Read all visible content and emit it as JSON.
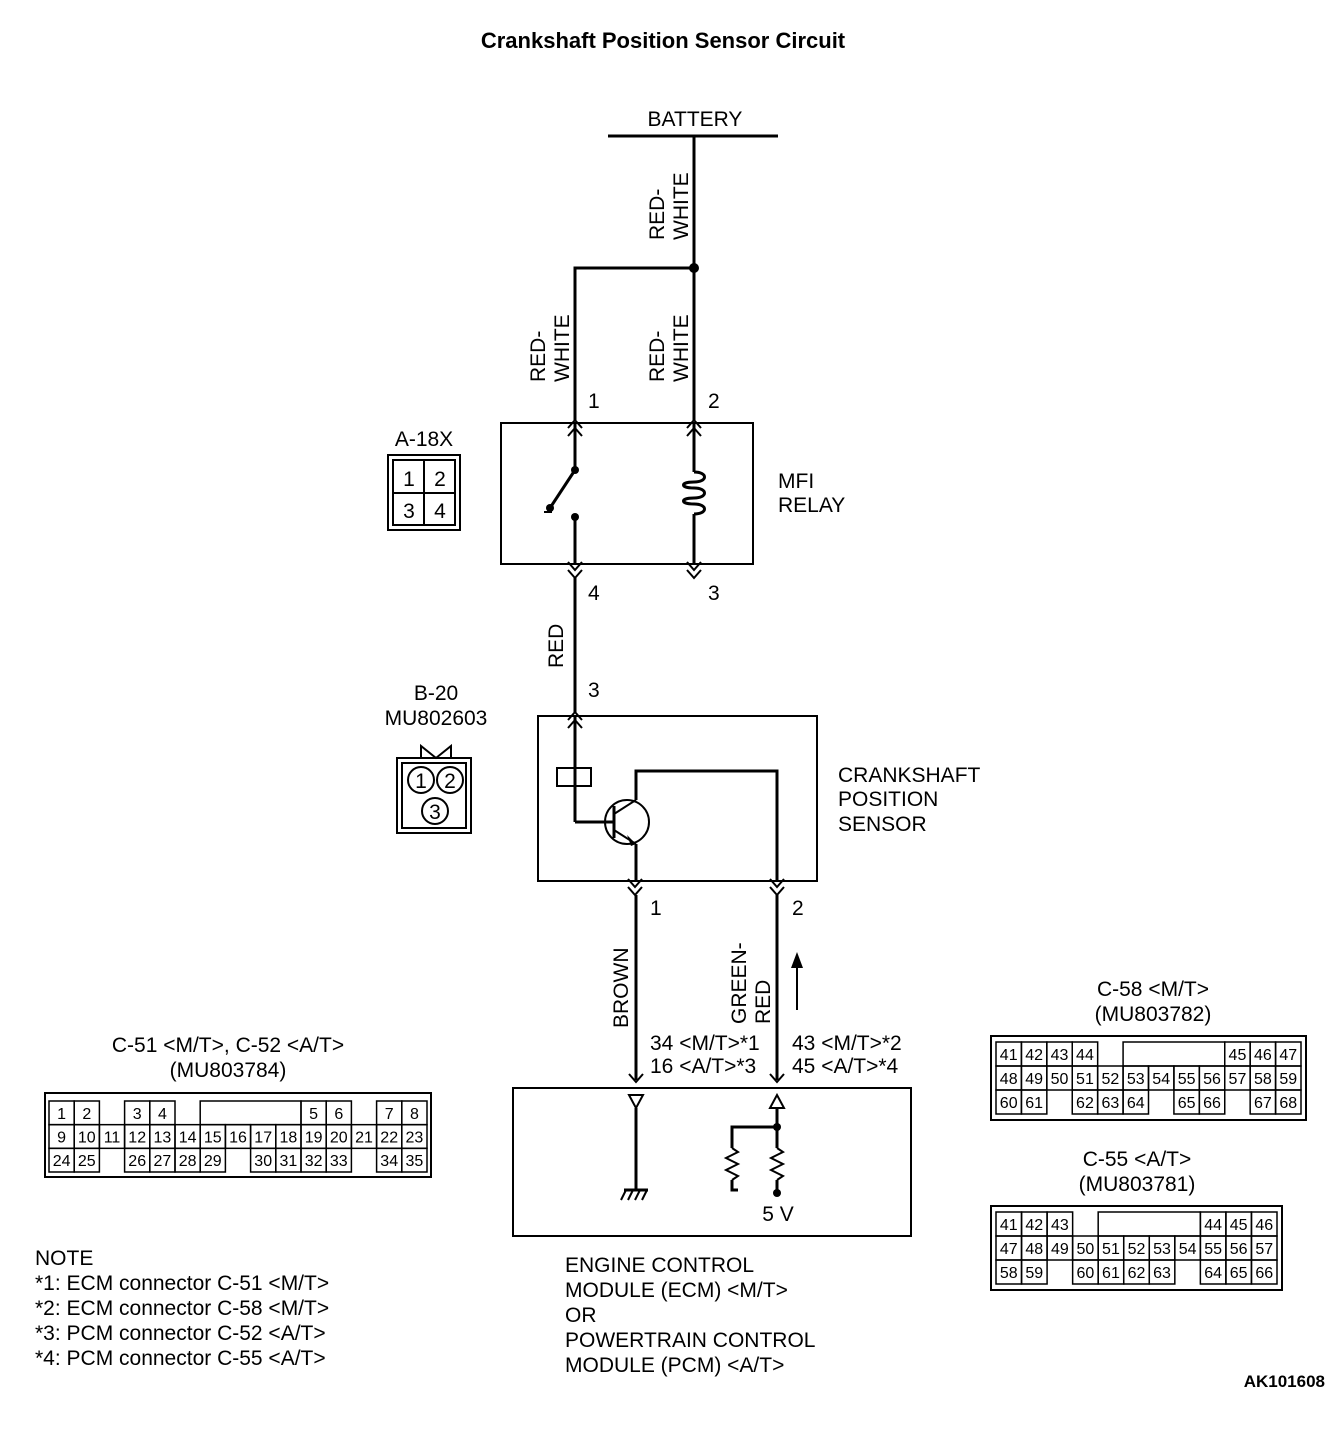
{
  "title": "Crankshaft Position Sensor Circuit",
  "battery": "BATTERY",
  "wires": {
    "battery_feed": [
      "RED-",
      "WHITE"
    ],
    "relay_pin1": [
      "RED-",
      "WHITE"
    ],
    "relay_pin2": [
      "RED-",
      "WHITE"
    ],
    "relay_to_sensor": "RED",
    "sensor_ground": "BROWN",
    "sensor_signal": [
      "GREEN-",
      "RED"
    ]
  },
  "relay": {
    "connector": "A-18X",
    "name_lines": [
      "MFI",
      "RELAY"
    ],
    "pin_labels": [
      "1",
      "2",
      "4",
      "3"
    ],
    "connector_pins": [
      "1",
      "2",
      "3",
      "4"
    ]
  },
  "sensor": {
    "connector": "B-20",
    "part_number": "MU802603",
    "name_lines": [
      "CRANKSHAFT",
      "POSITION",
      "SENSOR"
    ],
    "pin_supply": "3",
    "pin_ground": "1",
    "pin_signal": "2",
    "connector_pins": [
      "1",
      "2",
      "3"
    ]
  },
  "ecm": {
    "ground_pins": [
      "34 <M/T>*1",
      "16 <A/T>*3"
    ],
    "signal_pins": [
      "43 <M/T>*2",
      "45 <A/T>*4"
    ],
    "voltage": "5 V",
    "name_lines": [
      "ENGINE CONTROL",
      "MODULE (ECM) <M/T>",
      "OR",
      "POWERTRAIN CONTROL",
      "MODULE (PCM) <A/T>"
    ]
  },
  "connectors": {
    "c51": {
      "title": "C-51 <M/T>, C-52 <A/T>",
      "part": "(MU803784)",
      "rows": [
        [
          "1",
          "2",
          "",
          "3",
          "4",
          "",
          "",
          "",
          "",
          "",
          "5",
          "6",
          "",
          "7",
          "8"
        ],
        [
          "9",
          "10",
          "11",
          "12",
          "13",
          "14",
          "15",
          "16",
          "17",
          "18",
          "19",
          "20",
          "21",
          "22",
          "23"
        ],
        [
          "24",
          "25",
          "",
          "26",
          "27",
          "28",
          "29",
          "",
          "30",
          "31",
          "32",
          "33",
          "",
          "34",
          "35"
        ]
      ]
    },
    "c58": {
      "title": "C-58 <M/T>",
      "part": "(MU803782)",
      "rows": [
        [
          "41",
          "42",
          "43",
          "44",
          "",
          "",
          "",
          "",
          "",
          "45",
          "46",
          "47"
        ],
        [
          "48",
          "49",
          "50",
          "51",
          "52",
          "53",
          "54",
          "55",
          "56",
          "57",
          "58",
          "59"
        ],
        [
          "60",
          "61",
          "",
          "62",
          "63",
          "64",
          "",
          "65",
          "66",
          "",
          "67",
          "68"
        ]
      ]
    },
    "c55": {
      "title": "C-55 <A/T>",
      "part": "(MU803781)",
      "rows": [
        [
          "41",
          "42",
          "43",
          "",
          "",
          "",
          "",
          "",
          "44",
          "45",
          "46"
        ],
        [
          "47",
          "48",
          "49",
          "50",
          "51",
          "52",
          "53",
          "54",
          "55",
          "56",
          "57"
        ],
        [
          "58",
          "59",
          "",
          "60",
          "61",
          "62",
          "63",
          "",
          "64",
          "65",
          "66"
        ]
      ]
    }
  },
  "notes": {
    "heading": "NOTE",
    "lines": [
      "*1: ECM connector C-51 <M/T>",
      "*2: ECM connector C-58 <M/T>",
      "*3: PCM connector C-52 <A/T>",
      "*4: PCM connector C-55 <A/T>"
    ]
  },
  "figure_code": "AK101608"
}
